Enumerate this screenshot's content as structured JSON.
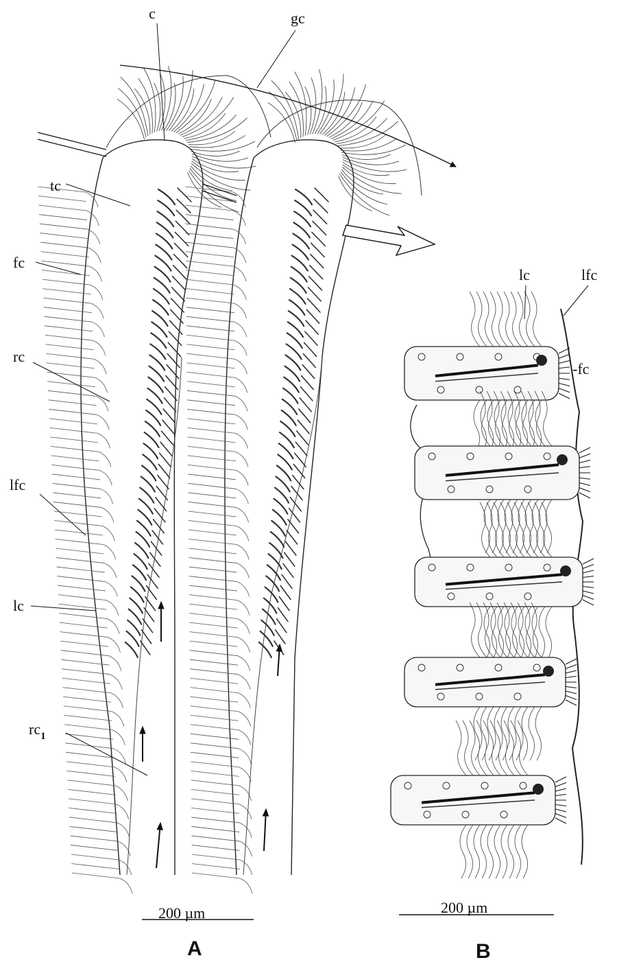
{
  "figure": {
    "panel_a": {
      "letter": "A",
      "scale_bar": "200 µm",
      "labels": {
        "c": "c",
        "gc": "gc",
        "tc": "tc",
        "fc": "fc",
        "rc": "rc",
        "lfc": "lfc",
        "lc": "lc",
        "rc1_base": "rc",
        "rc1_sub": "1"
      }
    },
    "panel_b": {
      "letter": "B",
      "scale_bar": "200 µm",
      "labels": {
        "lc": "lc",
        "lfc": "lfc",
        "fc": "-fc"
      }
    }
  }
}
